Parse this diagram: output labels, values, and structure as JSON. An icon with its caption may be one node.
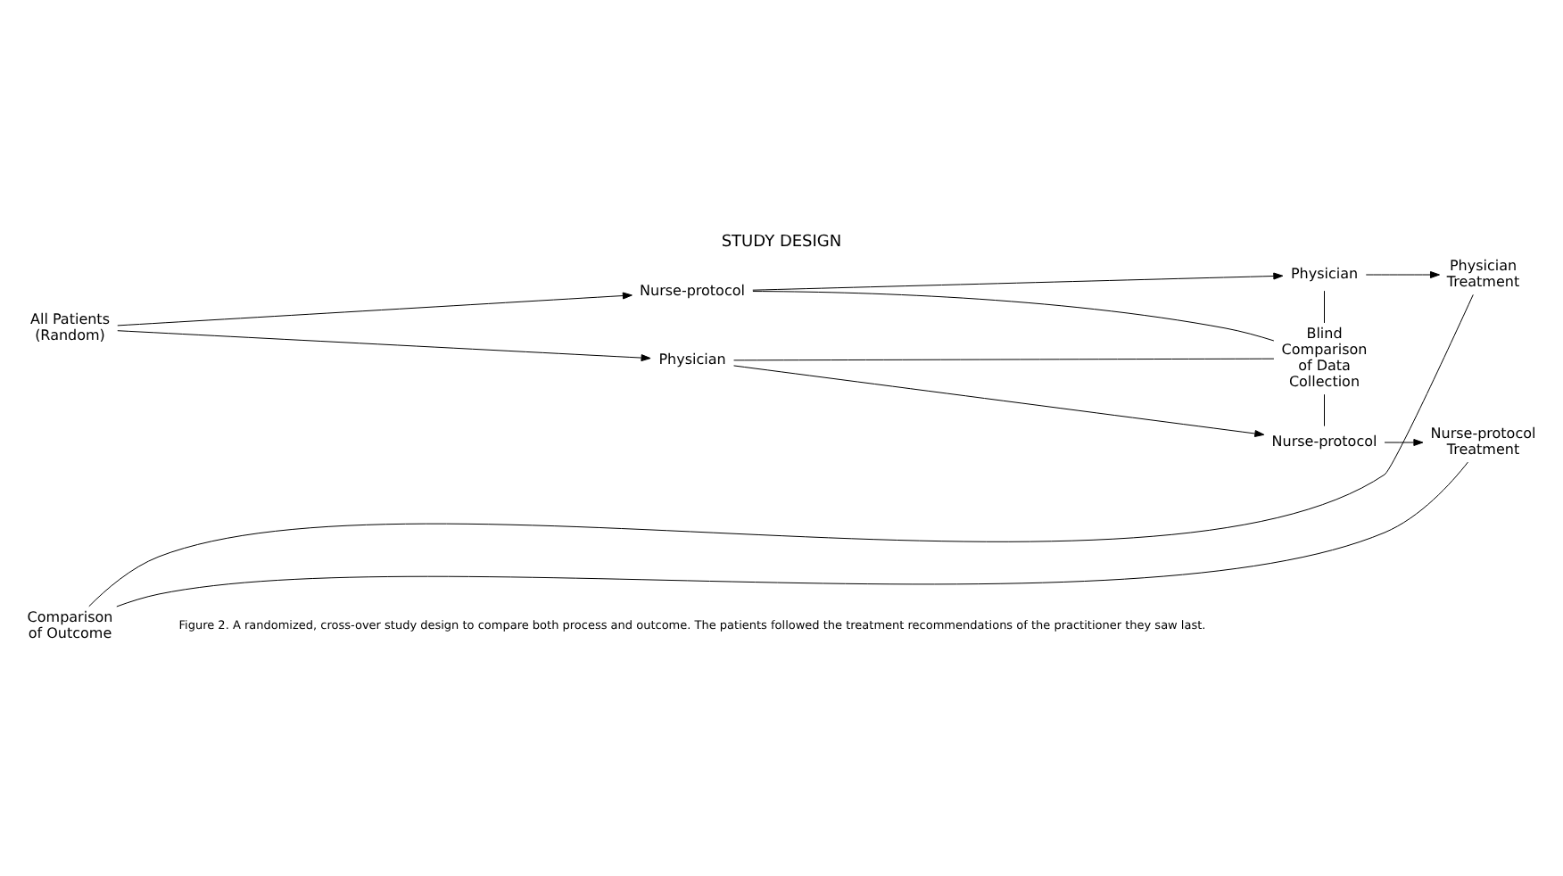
{
  "diagram": {
    "title": "STUDY DESIGN",
    "caption": "Figure 2. A randomized, cross-over study design to compare both process and outcome. The patients followed the treatment recommendations of the practitioner they saw last.",
    "nodes": [
      {
        "text": [
          "All Patients (Random)"
        ]
      },
      {
        "text": [
          "Nurse-protocol"
        ]
      },
      {
        "text": [
          "Physician"
        ]
      },
      {
        "text": [
          "Physician Treatment"
        ]
      },
      {
        "text": [
          "Blind Comparison of Data Collection"
        ]
      },
      {
        "text": [
          "Physician"
        ]
      },
      {
        "text": [
          "Nurse-protocol"
        ]
      },
      {
        "text": [
          "Nurse-protocol Treatment"
        ]
      },
      {
        "text": [
          "Comparison of Outcome"
        ]
      }
    ],
    "edges": [
      {
        "from": 0,
        "to": 1,
        "arrow": "to"
      },
      {
        "from": 0,
        "to": 5,
        "arrow": "to"
      },
      {
        "from": 1,
        "to": 2,
        "arrow": "to"
      },
      {
        "from": 2,
        "to": 3,
        "arrow": "to"
      },
      {
        "from": 1,
        "to": 4,
        "arrow": "none"
      },
      {
        "from": 2,
        "to": 4,
        "arrow": "none"
      },
      {
        "from": 5,
        "to": 4,
        "arrow": "none"
      },
      {
        "from": 6,
        "to": 4,
        "arrow": "none"
      },
      {
        "from": 5,
        "to": 6,
        "arrow": "to"
      },
      {
        "from": 6,
        "to": 7,
        "arrow": "to"
      },
      {
        "from": 3,
        "to": 8,
        "arrow": "none"
      },
      {
        "from": 7,
        "to": 8,
        "arrow": "none"
      }
    ]
  }
}
